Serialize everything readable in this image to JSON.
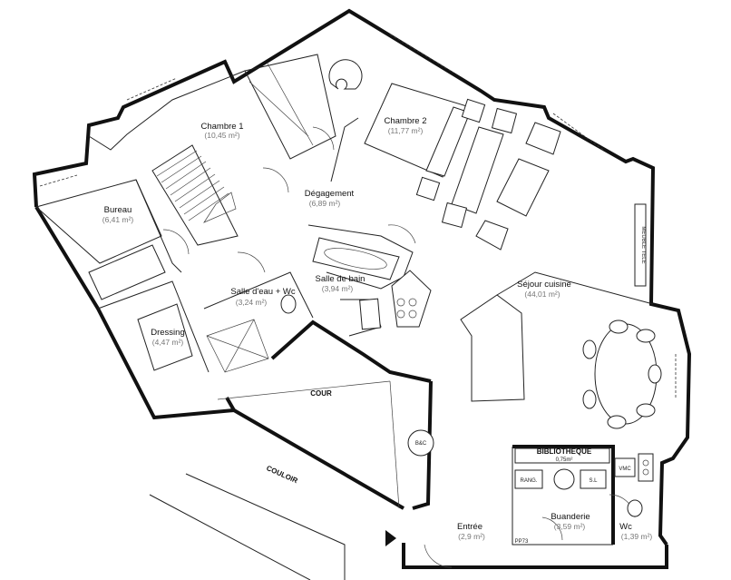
{
  "rooms": {
    "chambre1": {
      "name": "Chambre 1",
      "area": "(10,45 m²)"
    },
    "chambre2": {
      "name": "Chambre 2",
      "area": "(11,77 m²)"
    },
    "bureau": {
      "name": "Bureau",
      "area": "(6,41 m²)"
    },
    "degagement": {
      "name": "Dégagement",
      "area": "(6,89 m²)"
    },
    "salle_de_bain": {
      "name": "Salle de bain",
      "area": "(3,94 m²)"
    },
    "salle_eau": {
      "name": "Salle d'eau + Wc",
      "area": "(3,24 m²)"
    },
    "dressing": {
      "name": "Dressing",
      "area": "(4,47 m²)"
    },
    "sejour": {
      "name": "Séjour cuisine",
      "area": "(44,01 m²)"
    },
    "entree": {
      "name": "Entrée",
      "area": "(2,9 m²)"
    },
    "buanderie": {
      "name": "Buanderie",
      "area": "(3,59 m²)"
    },
    "wc": {
      "name": "Wc",
      "area": "(1,39 m²)"
    }
  },
  "labels": {
    "cour": "COUR",
    "couloir": "COULOIR",
    "bibliotheque": "BIBLIOTHEQUE",
    "bibliotheque_area": "0,75m²",
    "meuble_tele": "MEUBLE TELE",
    "vmc": "VMC",
    "rang": "RANG.",
    "sl": "S.L",
    "pp73": "PP73",
    "bc": "B&C"
  }
}
